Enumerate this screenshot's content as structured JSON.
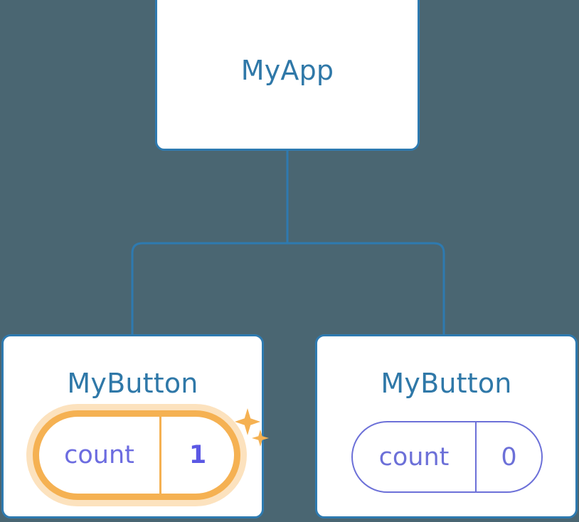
{
  "diagram": {
    "type": "component-tree",
    "background_color": "#4a6672",
    "node_border_color": "#2e7ab0",
    "node_title_color": "#2f78a8",
    "edge_color": "#2e7ab0",
    "highlight_color": "#f5b152",
    "highlight_glow_color": "#f8c378",
    "state_text_color": "#6c70d8"
  },
  "root": {
    "title": "MyApp"
  },
  "children": [
    {
      "title": "MyButton",
      "state": {
        "key": "count",
        "value": "1"
      },
      "highlighted": true,
      "sparkle_large_icon": "sparkle-icon",
      "sparkle_small_icon": "sparkle-icon"
    },
    {
      "title": "MyButton",
      "state": {
        "key": "count",
        "value": "0"
      },
      "highlighted": false
    }
  ]
}
